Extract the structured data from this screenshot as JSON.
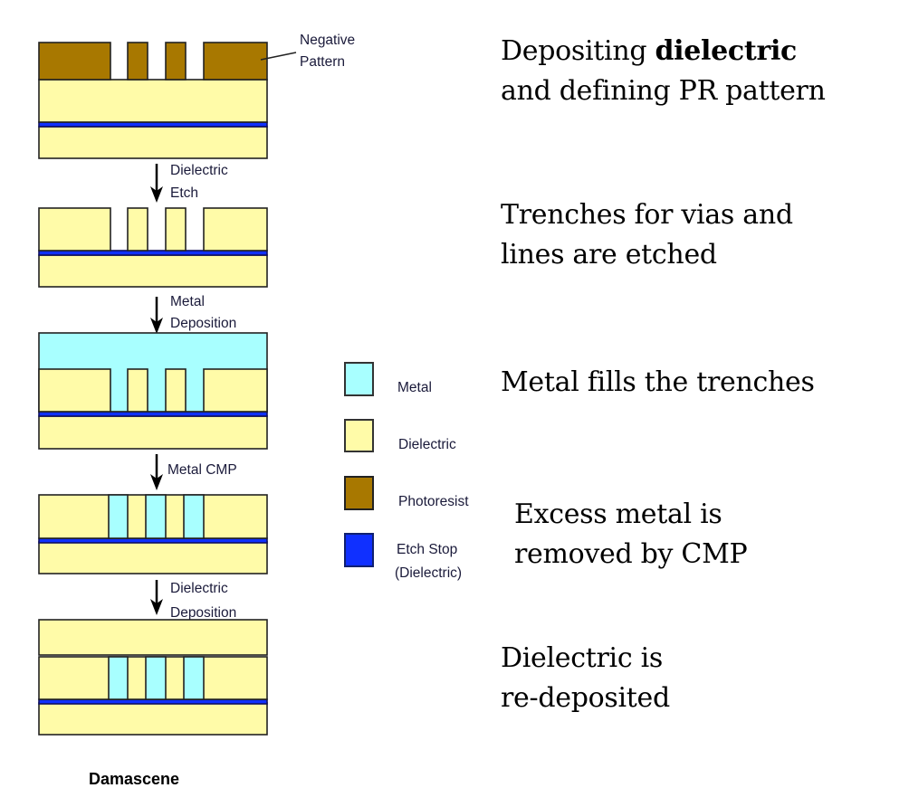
{
  "colors": {
    "metal": "#A8FFFF",
    "dielectric": "#FFFBA8",
    "photoresist": "#A87800",
    "etch_stop": "#1030FF",
    "outline": "#222222"
  },
  "diagram": {
    "title": "Damascene",
    "annotation": {
      "line1": "Negative",
      "line2": "Pattern"
    },
    "steps": [
      {
        "line1": "Dielectric",
        "line2": "Etch"
      },
      {
        "line1": "Metal",
        "line2": "Deposition"
      },
      {
        "line1": "Metal CMP",
        "line2": ""
      },
      {
        "line1": "Dielectric",
        "line2": "Deposition"
      }
    ]
  },
  "legend": [
    {
      "key": "metal",
      "label1": "Metal",
      "label2": ""
    },
    {
      "key": "dielectric",
      "label1": "Dielectric",
      "label2": ""
    },
    {
      "key": "photoresist",
      "label1": "Photoresist",
      "label2": ""
    },
    {
      "key": "etch_stop",
      "label1": "Etch Stop",
      "label2": "(Dielectric)"
    }
  ],
  "descriptions": [
    {
      "pre": "Depositing ",
      "bold": "dielectric",
      "post": "",
      "line2": "and defining PR pattern"
    },
    {
      "pre": "Trenches for vias and",
      "bold": "",
      "post": "",
      "line2": "lines are etched"
    },
    {
      "pre": "Metal fills the trenches",
      "bold": "",
      "post": "",
      "line2": ""
    },
    {
      "pre": "Excess metal is",
      "bold": "",
      "post": "",
      "line2": "removed by CMP"
    },
    {
      "pre": "Dielectric is",
      "bold": "",
      "post": "",
      "line2": "re-deposited"
    }
  ]
}
